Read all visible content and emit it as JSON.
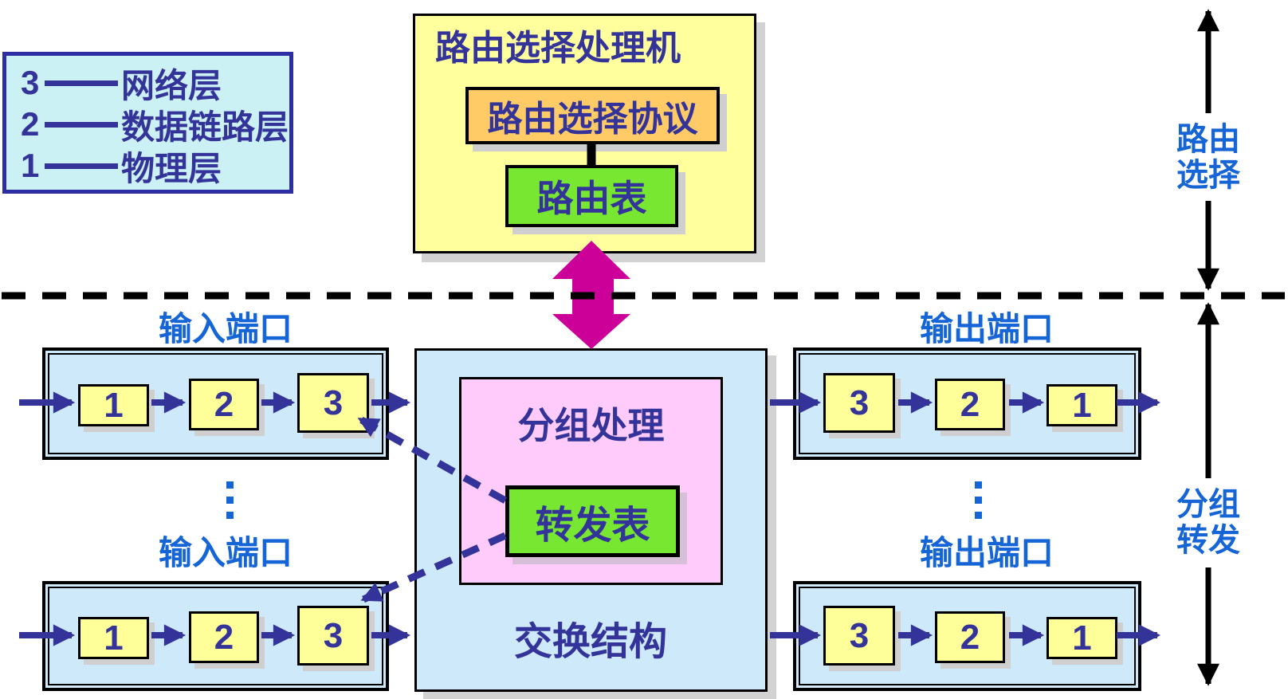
{
  "colors": {
    "label_blue": "#1565D6",
    "navy_text": "#333399",
    "arrow_indigo": "#333399",
    "magenta_arrow": "#CC0099",
    "processor_yellow": "#FFFF9E",
    "module_yellow": "#FFFF99",
    "protocol_orange": "#FFCB66",
    "table_green": "#77E731",
    "processing_pink": "#FFCBFA",
    "panel_light_blue": "#CDE9FA",
    "legend_cyan": "#CBF1F5"
  },
  "legend": {
    "items": [
      {
        "level": "3",
        "name": "网络层"
      },
      {
        "level": "2",
        "name": "数据链路层"
      },
      {
        "level": "1",
        "name": "物理层"
      }
    ]
  },
  "routing_processor": {
    "title": "路由选择处理机",
    "protocol_label": "路由选择协议",
    "routing_table_label": "路由表"
  },
  "side_labels": {
    "route_selection": "路由选择",
    "packet_forwarding": "分组转发"
  },
  "fabric": {
    "packet_processing_label": "分组处理",
    "forwarding_table_label": "转发表",
    "switching_fabric_label": "交换结构"
  },
  "ports": {
    "input_label": "输入端口",
    "output_label": "输出端口",
    "input_modules": [
      "1",
      "2",
      "3"
    ],
    "output_modules": [
      "3",
      "2",
      "1"
    ]
  }
}
